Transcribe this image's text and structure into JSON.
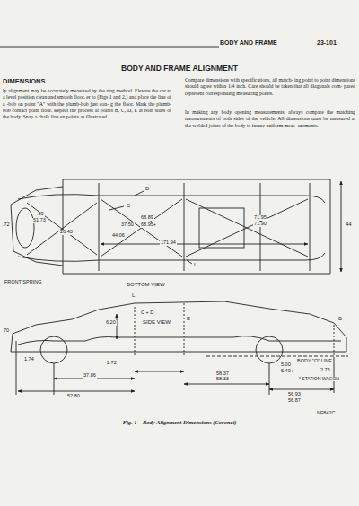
{
  "diagram": {
    "title": "BODY AND FRAME ALIGNMENT",
    "caption": "Fig. 1—Body Alignment Dimensions (Coronet)",
    "labels": [
      "BODY AND FRAME",
      "23-101",
      "DIMENSIONS",
      "ly alignment may be accurately measured by the ring method. Elevate the car to a level position clean and smooth floor. er to (Figs 1 and 2,) and place the line of a -bob on point \"A\" with the plumb-bob just con- g the floor. Mark the plumb-bob contact point floor. Repeat the process at points B, C, D, E at both sides of the body. Snap a chalk line en points as illustrated.",
      "Compare dimensions with specifications, all match- ing point to point dimensions should agree within 1/4 inch. Care should be taken that all diagonals com- pared represent corresponding measuring points.",
      "In making any body opening measurements, always compare the matching measurements of both sides of the vehicle. All dimensions must be measured at the welded joints of the body to insure uniform meas- urements.",
      "D",
      "C",
      ".89",
      "51.73",
      ".72",
      "26.43",
      "37.50",
      "68.89",
      "68.95+",
      "44.06",
      "171.94",
      "71.95",
      "71.90",
      "44",
      "L",
      "FRONT SPRING",
      "BOTTOM VIEW",
      "6.20",
      "L",
      "C + D",
      "SIDE VIEW",
      "70",
      "E",
      "B",
      "BODY \"O\" LINE",
      "1.74",
      "2.72",
      "37.86",
      "52.80",
      "58.37",
      "58.33",
      "5.00",
      "5.40+",
      "56.93",
      "56.87",
      "2.75",
      "* STATION WAGON",
      "NF842C"
    ]
  }
}
